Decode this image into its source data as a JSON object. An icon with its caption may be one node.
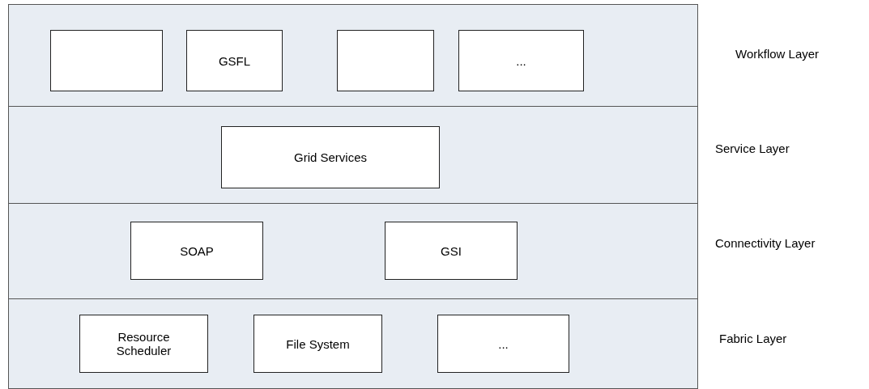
{
  "diagram": {
    "nodes": [
      {
        "text": [
          "Workflow Layer"
        ]
      },
      {
        "text": [],
        "shape": "box",
        "in": 0
      },
      {
        "text": [
          "GSFL"
        ],
        "in": 0
      },
      {
        "text": [],
        "shape": "box",
        "in": 0
      },
      {
        "text": [
          "..."
        ],
        "in": 0
      },
      {
        "text": [
          "Service Layer"
        ]
      },
      {
        "text": [
          "Grid Services"
        ],
        "in": 5
      },
      {
        "text": [
          "Connectivity Layer"
        ]
      },
      {
        "text": [
          "SOAP"
        ],
        "in": 7
      },
      {
        "text": [
          "GSI"
        ],
        "in": 7
      },
      {
        "text": [
          "Fabric Layer"
        ]
      },
      {
        "text": [
          "Resource Scheduler"
        ],
        "in": 10
      },
      {
        "text": [
          "File System"
        ],
        "in": 10
      },
      {
        "text": [
          "..."
        ],
        "in": 10
      }
    ],
    "edges": []
  }
}
